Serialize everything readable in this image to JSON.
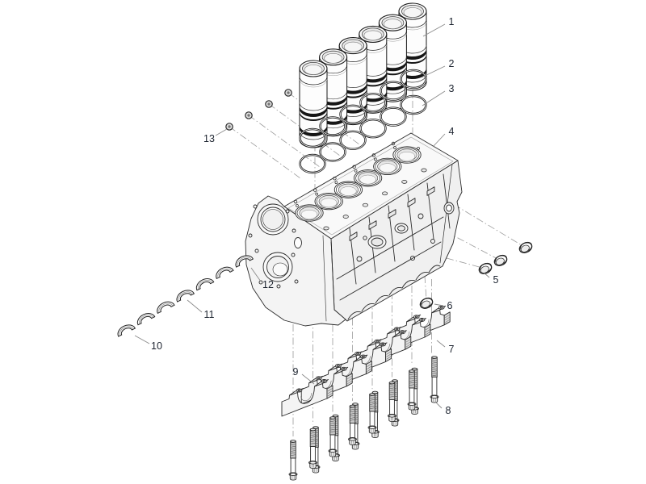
{
  "diagram": {
    "type": "exploded-parts-diagram",
    "subject": "engine-cylinder-block-assembly",
    "background_color": "#ffffff",
    "line_color": "#2b2b2b",
    "leader_line_color": "#8a8a8a",
    "dash_line_color": "#9a9a9a",
    "label_color": "#1d2430",
    "callouts": [
      {
        "number": "1",
        "part": "cylinder-liner"
      },
      {
        "number": "2",
        "part": "seal-ring-upper-row"
      },
      {
        "number": "3",
        "part": "seal-ring-lower-row"
      },
      {
        "number": "4",
        "part": "cylinder-block"
      },
      {
        "number": "5",
        "part": "cup-plugs-side"
      },
      {
        "number": "6",
        "part": "cup-plug-bottom"
      },
      {
        "number": "7",
        "part": "main-bearing-cap-rear"
      },
      {
        "number": "8",
        "part": "main-bearing-bolt"
      },
      {
        "number": "9",
        "part": "main-bearing-cap-front"
      },
      {
        "number": "10",
        "part": "bearing-shell-front"
      },
      {
        "number": "11",
        "part": "bearing-shell-row"
      },
      {
        "number": "12",
        "part": "thrust-washer"
      },
      {
        "number": "13",
        "part": "threaded-plug"
      }
    ],
    "parts": {
      "cylinder_liners": {
        "count": 6
      },
      "seal_rings_row_upper": {
        "count": 6
      },
      "seal_rings_row_lower": {
        "count": 6
      },
      "bearing_caps": {
        "count": 7
      },
      "bearing_bolt_rows": {
        "count": 2
      },
      "bearing_bolts": {
        "count": 14
      },
      "bearing_shells": {
        "count": 7
      },
      "deck_plugs": {
        "count": 4
      },
      "side_cup_plugs": {
        "count": 3
      }
    }
  }
}
